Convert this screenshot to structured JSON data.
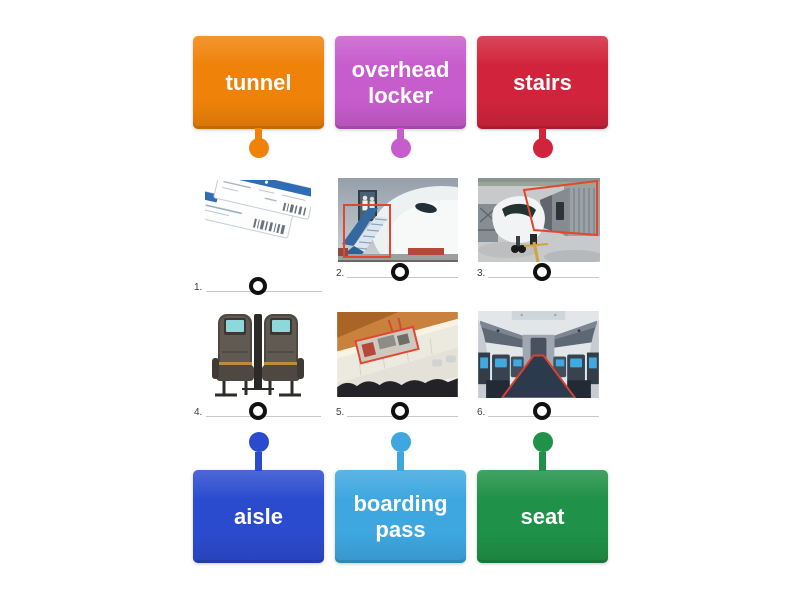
{
  "activity": {
    "kind_hint": "match-labels-to-pictures"
  },
  "top_labels": [
    {
      "text": "tunnel",
      "color": "#ef8209"
    },
    {
      "text": "overhead locker",
      "color": "#c75ccd"
    },
    {
      "text": "stairs",
      "color": "#d1243c"
    }
  ],
  "bottom_labels": [
    {
      "text": "aisle",
      "color": "#2b4bce"
    },
    {
      "text": "boarding pass",
      "color": "#3ea7e0"
    },
    {
      "text": "seat",
      "color": "#1f9148"
    }
  ],
  "items": [
    {
      "number": "1.",
      "image": "boarding-passes-photo"
    },
    {
      "number": "2.",
      "image": "aircraft-boarding-stairs-photo"
    },
    {
      "number": "3.",
      "image": "jet-bridge-tunnel-photo"
    },
    {
      "number": "4.",
      "image": "airplane-seats-photo"
    },
    {
      "number": "5.",
      "image": "overhead-lockers-photo"
    },
    {
      "number": "6.",
      "image": "cabin-aisle-illustration"
    }
  ],
  "highlight_color": "#e2462e"
}
